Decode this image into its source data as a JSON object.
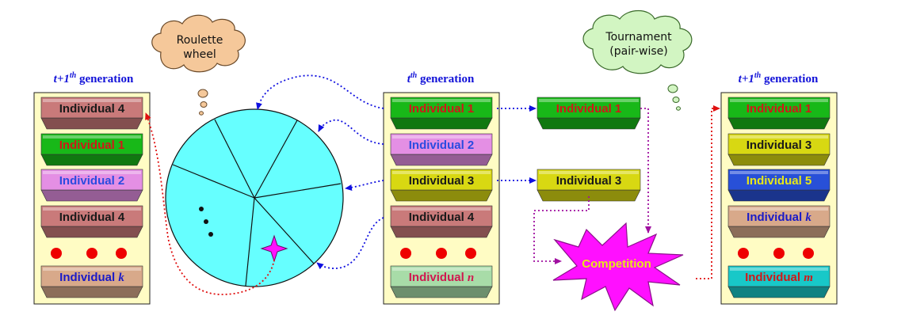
{
  "columns": {
    "left": {
      "title_prefix": "t+1",
      "title_sup": "th",
      "title_suffix": " generation"
    },
    "middle": {
      "title_prefix": "t",
      "title_sup": "th",
      "title_suffix": " generation"
    },
    "right": {
      "title_prefix": "t+1",
      "title_sup": "th",
      "title_suffix": " generation"
    }
  },
  "left_items": [
    {
      "label": "Individual 4",
      "sym": "",
      "fill": "#c97a7a",
      "text": "#1a1a1a"
    },
    {
      "label": "Individual 1",
      "sym": "",
      "fill": "#18b818",
      "text": "#d01818"
    },
    {
      "label": "Individual 2",
      "sym": "",
      "fill": "#e48fe4",
      "text": "#2a4be0"
    },
    {
      "label": "Individual 4",
      "sym": "",
      "fill": "#c97a7a",
      "text": "#1a1a1a"
    },
    {
      "label": "Individual ",
      "sym": "k",
      "fill": "#d8a98a",
      "text": "#1a1ac8"
    }
  ],
  "middle_items": [
    {
      "label": "Individual 1",
      "sym": "",
      "fill": "#18b818",
      "text": "#d01818"
    },
    {
      "label": "Individual 2",
      "sym": "",
      "fill": "#e48fe4",
      "text": "#2a4be0"
    },
    {
      "label": "Individual 3",
      "sym": "",
      "fill": "#d8d812",
      "text": "#1a1a1a"
    },
    {
      "label": "Individual 4",
      "sym": "",
      "fill": "#c97a7a",
      "text": "#1a1a1a"
    },
    {
      "label": "Individual ",
      "sym": "n",
      "fill": "#a8dca8",
      "text": "#d01850"
    }
  ],
  "right_items": [
    {
      "label": "Individual 1",
      "sym": "",
      "fill": "#18b818",
      "text": "#d01818"
    },
    {
      "label": "Individual 3",
      "sym": "",
      "fill": "#d8d812",
      "text": "#1a1a1a"
    },
    {
      "label": "Individual 5",
      "sym": "",
      "fill": "#2850d8",
      "text": "#e8e818"
    },
    {
      "label": "Individual ",
      "sym": "k",
      "fill": "#d8a98a",
      "text": "#1a1ac8"
    },
    {
      "label": "Individual ",
      "sym": "m",
      "fill": "#18c8c8",
      "text": "#d01818"
    }
  ],
  "selected": [
    {
      "label": "Individual 1",
      "fill": "#18b818",
      "text": "#d01818"
    },
    {
      "label": "Individual 3",
      "fill": "#d8d812",
      "text": "#1a1a1a"
    }
  ],
  "clouds": {
    "roulette": {
      "line1": "Roulette",
      "line2": "wheel",
      "fill": "#f5c89a"
    },
    "tournament": {
      "line1": "Tournament",
      "line2": "(pair-wise)",
      "fill": "#d2f5c2"
    }
  },
  "competition": {
    "label": "Competition",
    "fill": "#ff10ff",
    "text": "#e8e818"
  },
  "colors": {
    "panel_bg": "#fffcc4",
    "wheel": "#66ffff",
    "arrow_blue": "#1010e0",
    "arrow_red": "#e01010",
    "arrow_purple": "#a010a0",
    "dots": "#ee0000"
  }
}
